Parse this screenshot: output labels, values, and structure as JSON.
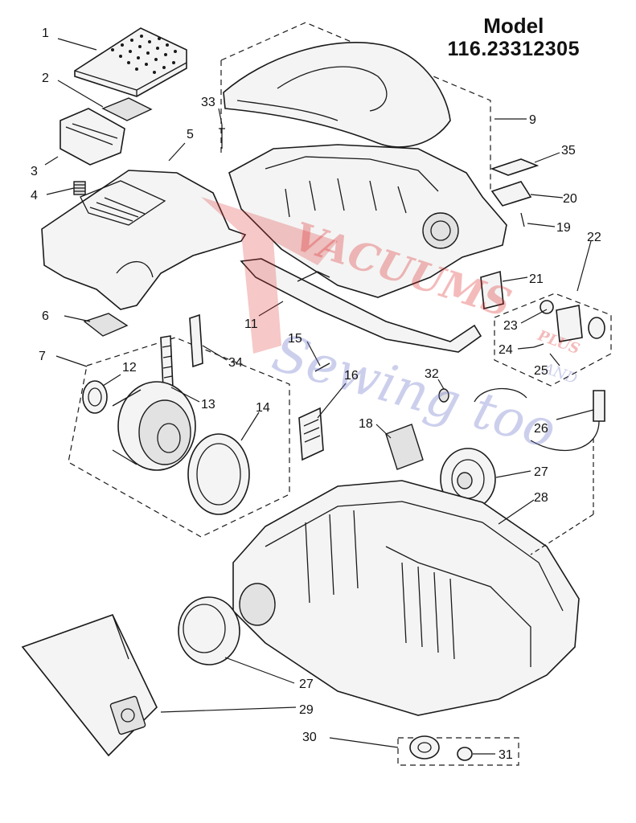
{
  "title": {
    "line1": "Model",
    "line2": "116.23312305"
  },
  "watermark": {
    "word1": "VACUUMS",
    "word2": "Sewing too",
    "small1": "PLUS",
    "small2": "AND"
  },
  "callouts": [
    "1",
    "2",
    "3",
    "4",
    "5",
    "6",
    "7",
    "9",
    "11",
    "12",
    "13",
    "14",
    "15",
    "16",
    "18",
    "19",
    "20",
    "21",
    "22",
    "23",
    "24",
    "25",
    "26",
    "27",
    "27",
    "28",
    "29",
    "30",
    "31",
    "32",
    "33",
    "34",
    "35"
  ],
  "colors": {
    "line": "#1a1a1a",
    "watermark_red": "#e03b3b",
    "watermark_blue": "#6f77c9"
  }
}
